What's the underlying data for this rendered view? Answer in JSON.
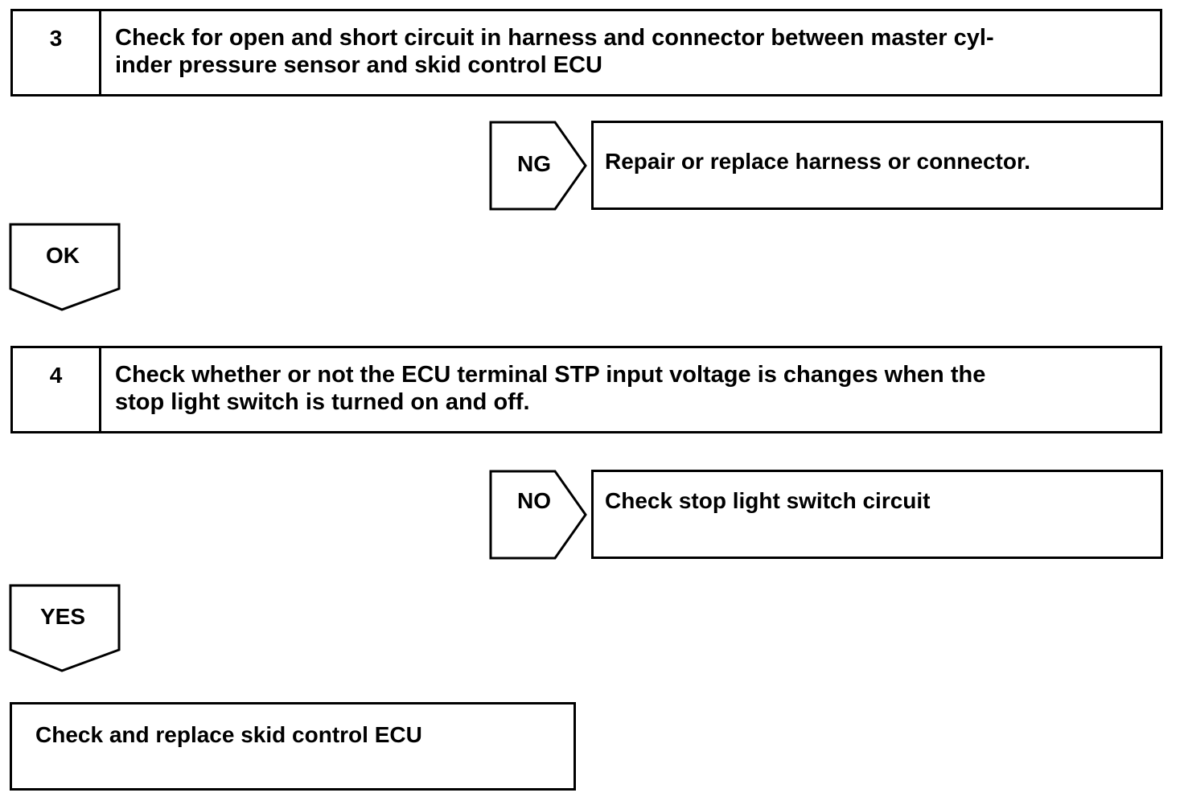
{
  "step3": {
    "number": "3",
    "text": "Check for open and short circuit in harness and connector between master cyl-inder pressure sensor and skid control ECU",
    "line1": "Check for open and short circuit in harness and connector between master cyl-",
    "line2": "inder pressure sensor and skid control ECU"
  },
  "branch3": {
    "label": "NG",
    "result": "Repair or replace harness or connector."
  },
  "arrow3": {
    "label": "OK"
  },
  "step4": {
    "number": "4",
    "line1": "Check whether or not the ECU terminal STP input voltage is changes when the",
    "line2": "stop light switch is turned on and off."
  },
  "branch4": {
    "label": "NO",
    "result": "Check stop light switch circuit"
  },
  "arrow4": {
    "label": "YES"
  },
  "final": {
    "text": "Check and replace skid control ECU"
  }
}
